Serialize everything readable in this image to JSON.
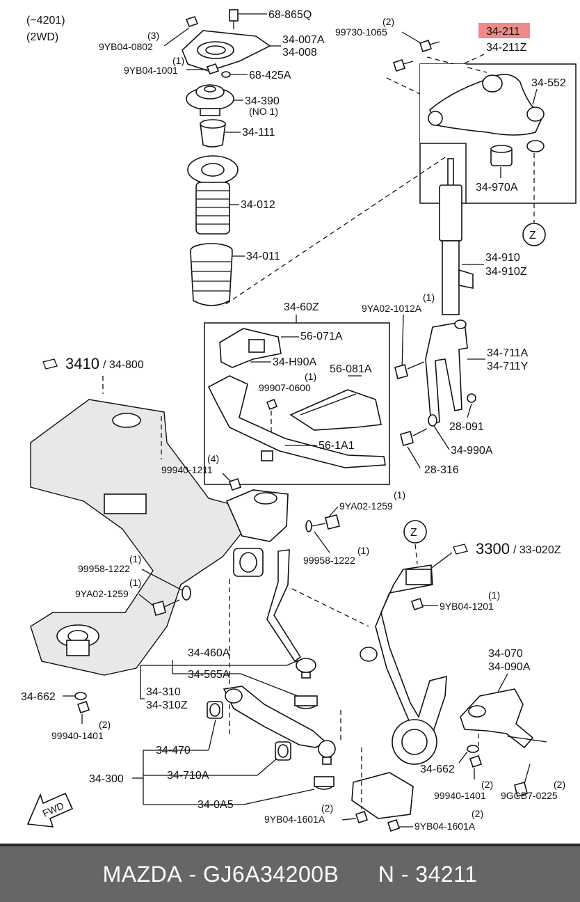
{
  "header": {
    "line1": "(−4201)",
    "line2": "(2WD)"
  },
  "highlight_color": "#ee8a8a",
  "labels": {
    "l_68_865Q": "68-865Q",
    "l_34_007A": "34-007A",
    "l_34_008": "34-008",
    "l_9YB04_0802_q": "(3)",
    "l_9YB04_0802": "9YB04-0802",
    "l_9YB04_1001_q": "(1)",
    "l_9YB04_1001": "9YB04-1001",
    "l_68_425A": "68-425A",
    "l_34_390": "34-390",
    "l_no1": "(NO 1)",
    "l_34_111": "34-111",
    "l_34_012": "34-012",
    "l_34_011": "34-011",
    "l_99730_q": "(2)",
    "l_99730": "99730-1065",
    "l_34_211": "34-211",
    "l_34_211Z": "34-211Z",
    "l_34_552": "34-552",
    "l_34_970A": "34-970A",
    "l_Z1": "Z",
    "l_34_910": "34-910",
    "l_34_910Z": "34-910Z",
    "l_9YA02_1012A_q": "(1)",
    "l_9YA02_1012A": "9YA02-1012A",
    "l_34_60Z": "34-60Z",
    "l_56_071A": "56-071A",
    "l_34_H90A": "34-H90A",
    "l_56_081A": "56-081A",
    "l_99907_q": "(1)",
    "l_99907": "99907-0600",
    "l_56_1A1": "56-1A1",
    "l_34_711A": "34-711A",
    "l_34_711Y": "34-711Y",
    "l_28_091": "28-091",
    "l_34_990A": "34-990A",
    "l_28_316": "28-316",
    "l_3410": "3410",
    "l_34_800": "/ 34-800",
    "l_99940_1211_q": "(4)",
    "l_99940_1211": "99940-1211",
    "l_9YA02_1259a_q": "(1)",
    "l_9YA02_1259a": "9YA02-1259",
    "l_99958_1222a_q": "(1)",
    "l_99958_1222a": "99958-1222",
    "l_99958_1222b_q": "(1)",
    "l_99958_1222b": "99958-1222",
    "l_9YA02_1259b_q": "(1)",
    "l_9YA02_1259b": "9YA02-1259",
    "l_Z2": "Z",
    "l_3300": "3300",
    "l_33_020Z": "/ 33-020Z",
    "l_9YB04_1201_q": "(1)",
    "l_9YB04_1201": "9YB04-1201",
    "l_34_460A": "34-460A",
    "l_34_565A": "34-565A",
    "l_34_310": "34-310",
    "l_34_310Z": "34-310Z",
    "l_34_662a": "34-662",
    "l_99940_1401a_q": "(2)",
    "l_99940_1401a": "99940-1401",
    "l_34_070": "34-070",
    "l_34_090A": "34-090A",
    "l_34_470": "34-470",
    "l_34_300": "34-300",
    "l_34_710A": "34-710A",
    "l_34_0A5": "34-0A5",
    "l_34_662b": "34-662",
    "l_99940_1401b_q": "(2)",
    "l_99940_1401b": "99940-1401",
    "l_9GCB7_q": "(2)",
    "l_9GCB7": "9GCB7-0225",
    "l_9YB04_1601A_a_q": "(2)",
    "l_9YB04_1601A_a": "9YB04-1601A",
    "l_9YB04_1601A_b_q": "(2)",
    "l_9YB04_1601A_b": "9YB04-1601A",
    "l_fwd": "FWD"
  },
  "footer": {
    "brand": "MAZDA",
    "part_number": "GJ6A34200B",
    "catalog_number": "N - 34211"
  }
}
